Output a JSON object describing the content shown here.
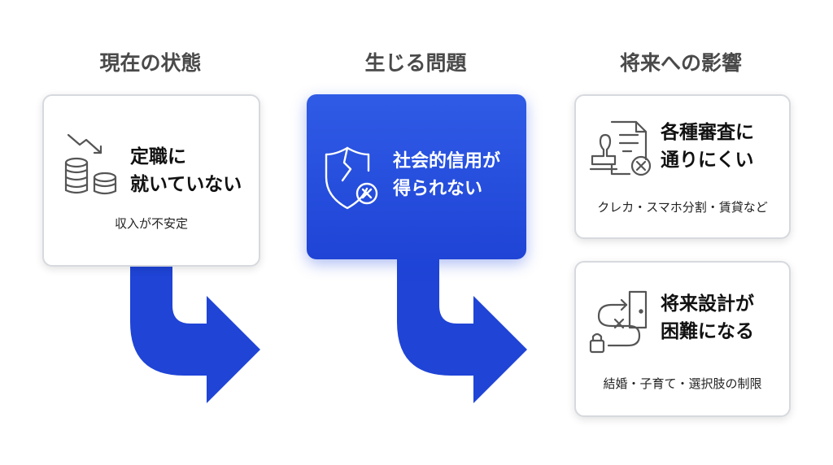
{
  "columns": {
    "current": "現在の状態",
    "problem": "生じる問題",
    "future": "将来への影響"
  },
  "cards": {
    "current": {
      "title_line1": "定職に",
      "title_line2": "就いていない",
      "sub": "収入が不安定"
    },
    "problem": {
      "title_line1": "社会的信用が",
      "title_line2": "得られない"
    },
    "future_1": {
      "title_line1": "各種審査に",
      "title_line2": "通りにくい",
      "sub": "クレカ・スマホ分割・賃貸など"
    },
    "future_2": {
      "title_line1": "将来設計が",
      "title_line2": "困難になる",
      "sub": "結婚・子育て・選択肢の制限"
    }
  },
  "colors": {
    "accent_blue": "#1f44d6",
    "card_border": "#d6d9de",
    "icon_gray": "#555555"
  },
  "icons": [
    "coins-down-icon",
    "broken-shield-icon",
    "document-stamp-icon",
    "path-lock-door-icon",
    "flow-arrow-icon"
  ]
}
